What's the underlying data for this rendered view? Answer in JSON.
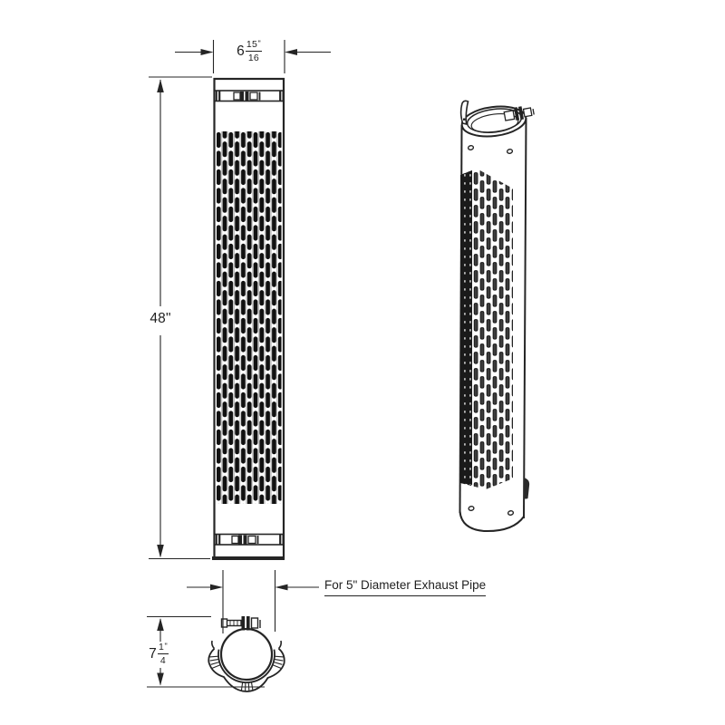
{
  "page": {
    "background": "#ffffff",
    "line_color": "#252525",
    "perforation_color": "#111111"
  },
  "dimensions": {
    "width": {
      "whole": "6",
      "numerator": "15",
      "denominator": "16",
      "unit": "\""
    },
    "height": {
      "value": "48\""
    },
    "clamp_height": {
      "whole": "7",
      "numerator": "1",
      "denominator": "4",
      "unit": "\""
    }
  },
  "note": {
    "text": "For 5\" Diameter Exhaust Pipe"
  }
}
